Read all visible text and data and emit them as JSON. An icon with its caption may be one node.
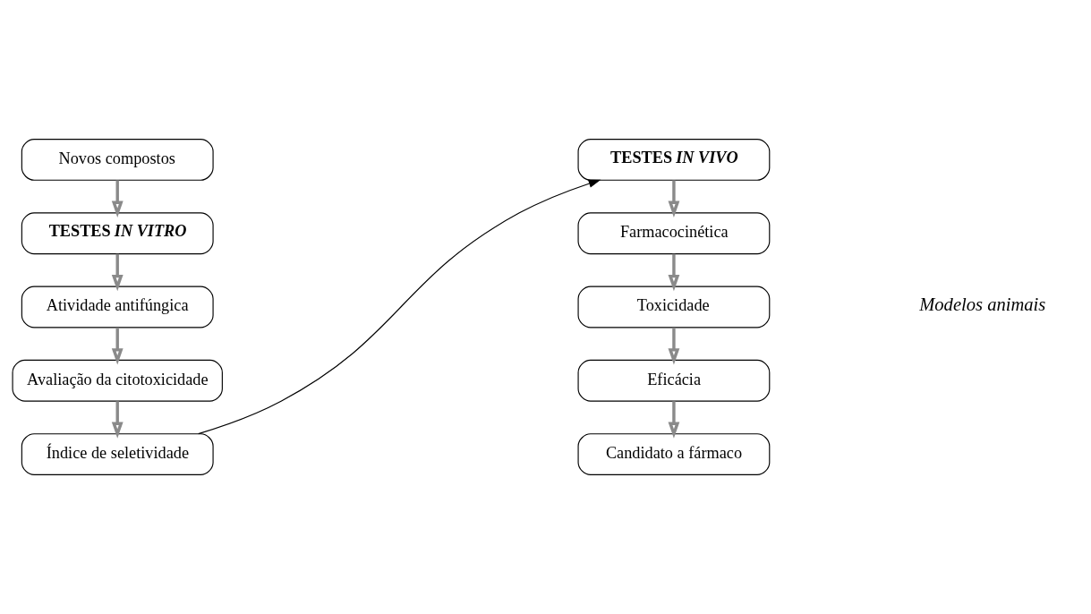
{
  "diagram": {
    "nodes": [
      {
        "text": [
          "Novos compostos"
        ]
      },
      {
        "text": [
          "TESTES *IN VITRO*"
        ]
      },
      {
        "text": [
          "Atividade antifúngica"
        ]
      },
      {
        "text": [
          "Avaliação da citotoxicidade"
        ]
      },
      {
        "text": [
          "Índice de seletividade"
        ]
      },
      {
        "text": [
          "TESTES *IN VIVO*"
        ]
      },
      {
        "text": [
          "Farmacocinética"
        ]
      },
      {
        "text": [
          "Toxicidade"
        ]
      },
      {
        "text": [
          "Eficácia"
        ]
      },
      {
        "text": [
          "Candidato a fármaco"
        ]
      }
    ],
    "edges": [
      {
        "from": 0,
        "to": 1,
        "arrow": "to"
      },
      {
        "from": 1,
        "to": 2,
        "arrow": "to"
      },
      {
        "from": 2,
        "to": 3,
        "arrow": "to"
      },
      {
        "from": 3,
        "to": 4,
        "arrow": "to"
      },
      {
        "from": 4,
        "to": 5,
        "arrow": "to",
        "color": "#000000"
      },
      {
        "from": 5,
        "to": 6,
        "arrow": "to"
      },
      {
        "from": 6,
        "to": 7,
        "arrow": "to"
      },
      {
        "from": 7,
        "to": 8,
        "arrow": "to"
      },
      {
        "from": 8,
        "to": 9,
        "arrow": "to"
      }
    ],
    "labels": [
      "Modelos animais"
    ]
  }
}
